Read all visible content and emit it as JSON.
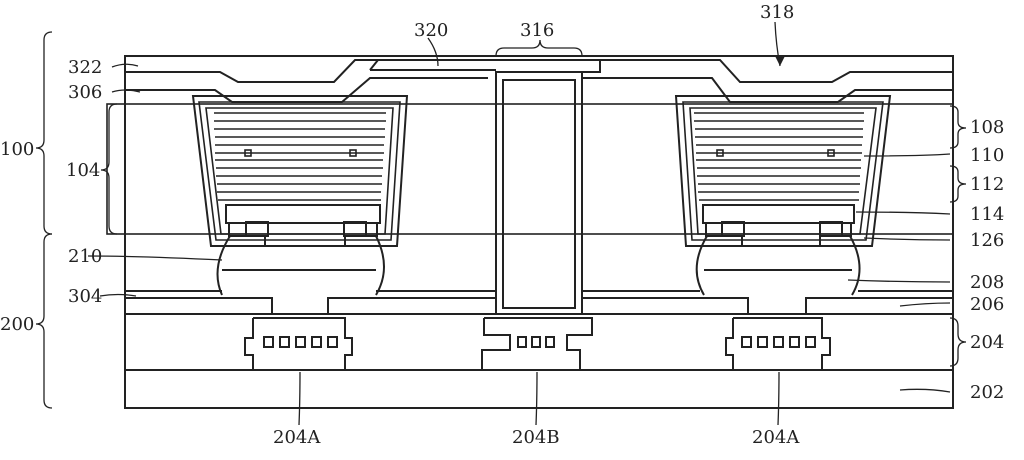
{
  "labels": {
    "l100": "100",
    "l104": "104",
    "l200": "200",
    "l210": "210",
    "l304": "304",
    "l306": "306",
    "l322": "322",
    "l320": "320",
    "l316": "316",
    "l318": "318",
    "l108": "108",
    "l110": "110",
    "l112": "112",
    "l114": "114",
    "l126": "126",
    "l208": "208",
    "l206": "206",
    "l204": "204",
    "l202": "202",
    "l204A_left": "204A",
    "l204B": "204B",
    "l204A_right": "204A"
  }
}
